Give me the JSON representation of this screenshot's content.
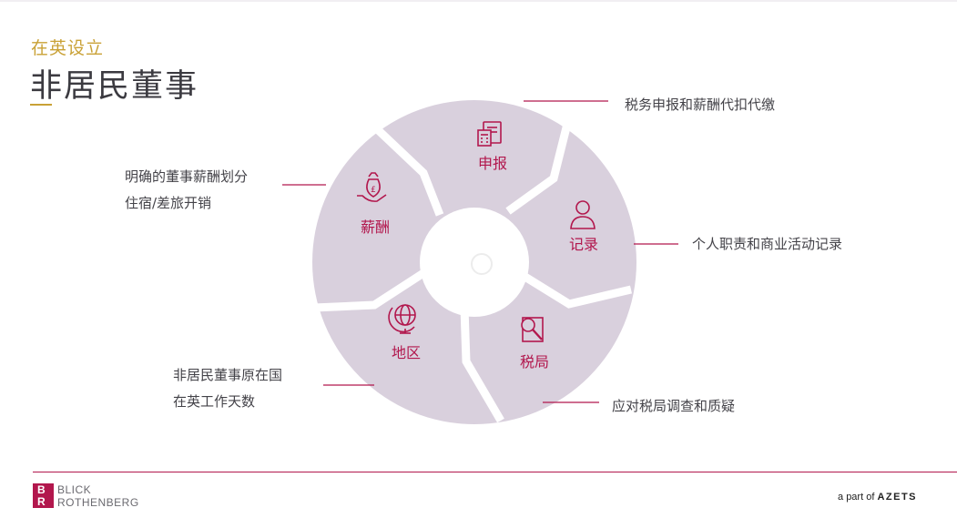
{
  "header": {
    "subtitle": "在英设立",
    "title": "非居民董事"
  },
  "cycle": {
    "segments": [
      {
        "label": "申报",
        "icon": "tax-form-calculator-icon"
      },
      {
        "label": "记录",
        "icon": "person-icon"
      },
      {
        "label": "税局",
        "icon": "magnifier-document-icon"
      },
      {
        "label": "地区",
        "icon": "globe-icon"
      },
      {
        "label": "薪酬",
        "icon": "money-bag-hand-icon"
      }
    ]
  },
  "callouts": {
    "shenbao": "税务申报和薪酬代扣代缴",
    "jilu": "个人职责和商业活动记录",
    "shuiju": "应对税局调查和质疑",
    "diqu": [
      "非居民董事原在国",
      "在英工作天数"
    ],
    "xinchou": [
      "明确的董事薪酬划分",
      "住宿/差旅开销"
    ]
  },
  "footer": {
    "logo_top": "BLICK",
    "logo_bottom": "ROTHENBERG",
    "logo_mark_top": "B",
    "logo_mark_bottom": "R",
    "partner_prefix": "a part of",
    "partner_name": "AZETS"
  },
  "colors": {
    "accent_gold": "#c9a136",
    "brand_crimson": "#b2174d",
    "segment_fill": "#d9d0dd",
    "text_dark": "#3b3a40"
  }
}
